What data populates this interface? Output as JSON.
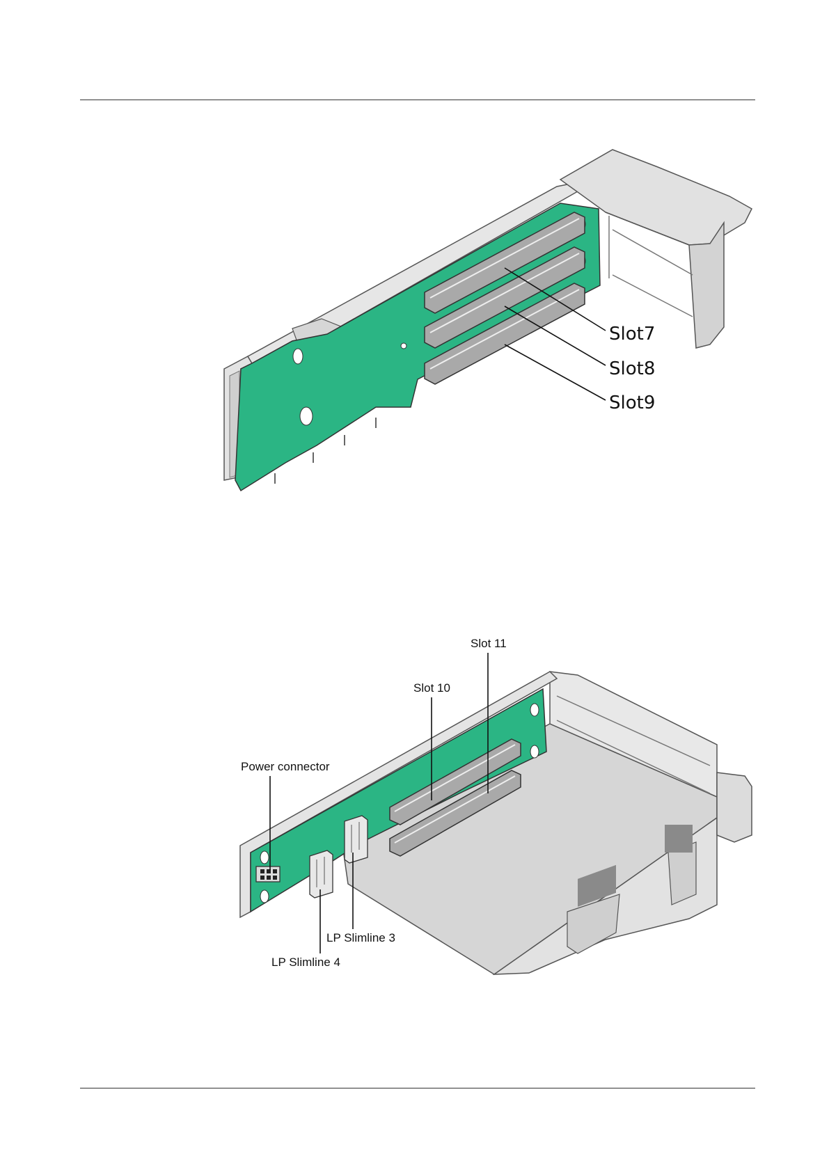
{
  "figure1": {
    "labels": {
      "slot7": "Slot7",
      "slot8": "Slot8",
      "slot9": "Slot9"
    }
  },
  "figure2": {
    "labels": {
      "slot11": "Slot 11",
      "slot10": "Slot 10",
      "power_connector": "Power connector",
      "lp_slimline3": "LP Slimline 3",
      "lp_slimline4": "LP Slimline 4"
    }
  },
  "colors": {
    "board_green": "#2bb584",
    "metal": "#d9d9d9",
    "connector": "#a9a9a9"
  }
}
